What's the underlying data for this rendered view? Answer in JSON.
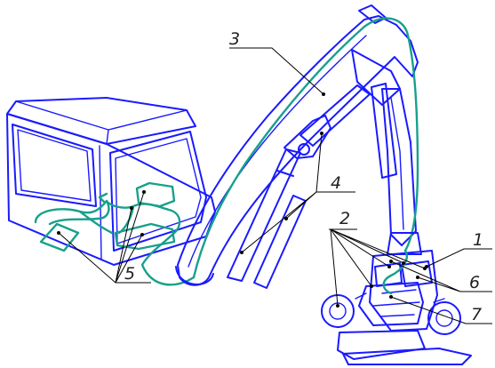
{
  "callouts": [
    {
      "id": "label-1",
      "text": "1"
    },
    {
      "id": "label-2",
      "text": "2"
    },
    {
      "id": "label-3",
      "text": "3"
    },
    {
      "id": "label-4",
      "text": "4"
    },
    {
      "id": "label-5",
      "text": "5"
    },
    {
      "id": "label-6",
      "text": "6"
    },
    {
      "id": "label-7",
      "text": "7"
    }
  ],
  "colors": {
    "machine_outline": "#1a1aff",
    "hydraulic_line": "#17a08c",
    "leader_line": "#000000",
    "background": "#ffffff"
  }
}
